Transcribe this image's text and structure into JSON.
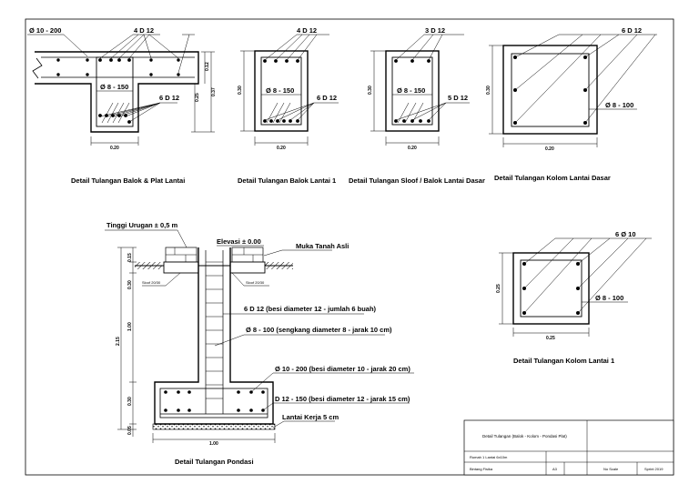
{
  "captions": {
    "balok_plat": "Detail Tulangan Balok & Plat Lantai",
    "balok_lantai1": "Detail Tulangan Balok Lantai 1",
    "sloof": "Detail Tulangan Sloof / Balok Lantai Dasar",
    "kolom_dasar": "Detail Tulangan Kolom Lantai Dasar",
    "pondasi": "Detail Tulangan Pondasi",
    "kolom_lantai1": "Detail Tulangan Kolom Lantai 1"
  },
  "balok_plat": {
    "plate_rebar": "Ø 10 - 200",
    "top_rebar": "4 D 12",
    "stirrup": "Ø 8 - 150",
    "bottom_rebar": "6 D 12",
    "width_dim": "0.20",
    "h_dim_1": "0.12",
    "h_dim_2": "0.25",
    "h_dim_3": "0.37"
  },
  "balok_lantai1": {
    "top_rebar": "4 D 12",
    "stirrup": "Ø 8 - 150",
    "bottom_rebar": "6 D 12",
    "width_dim": "0.20",
    "height_dim": "0.30"
  },
  "sloof": {
    "top_rebar": "3 D 12",
    "stirrup": "Ø 8 - 150",
    "bottom_rebar": "5 D 12",
    "width_dim": "0.20",
    "height_dim": "0.30"
  },
  "kolom_dasar": {
    "main_rebar": "6 D 12",
    "stirrup": "Ø 8 - 100",
    "width_dim": "0.20",
    "height_dim": "0.30"
  },
  "kolom_lantai1": {
    "main_rebar": "6 Ø 10",
    "stirrup": "Ø 8 - 100",
    "width_dim": "0.25",
    "height_dim": "0.25"
  },
  "pondasi": {
    "tinggi_urugan": "Tinggi Urugan ± 0,5 m",
    "elevasi": "Elevasi ± 0.00",
    "muka_tanah": "Muka Tanah Asli",
    "sloof_left": "Sloof 20/30",
    "sloof_right": "Sloof 20/30",
    "note_main": "6 D 12  (besi diameter 12 - jumlah 6 buah)",
    "note_stirrup": "Ø 8 - 100  (sengkang diameter 8 - jarak 10 cm)",
    "note_mesh1": "Ø 10 - 200  (besi diameter 10 - jarak 20 cm)",
    "note_mesh2": "D 12 - 150  (besi diameter 12 - jarak 15 cm)",
    "lantai_kerja": "Lantai Kerja 5 cm",
    "dim_top": "0.15",
    "dim_sloof": "0.30",
    "dim_col": "1.00",
    "dim_total": "2.15",
    "dim_foot": "0.30",
    "dim_lk": "0.05",
    "dim_width": "1.00"
  },
  "title_block": {
    "title": "Detail Tulangan (Balok - Kolom - Pondasi Plat)",
    "row1": "Rumah 1 Lantai 6x10m",
    "row2_a": "Bintang Fisika",
    "row2_b": "A3",
    "row2_c": "No Scale",
    "row2_d": "Sprint 2019"
  }
}
